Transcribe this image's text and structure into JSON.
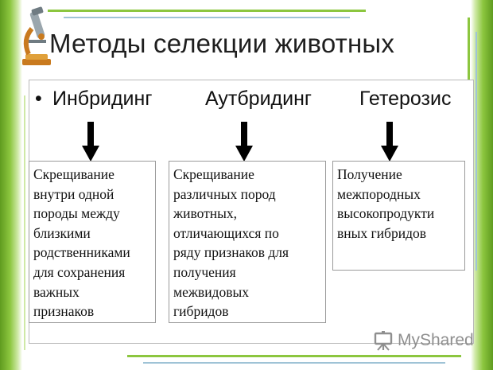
{
  "slide": {
    "title": "Методы селекции животных",
    "bullet": "•",
    "terms": [
      "Инбридинг",
      "Аутбридинг",
      "Гетерозис"
    ],
    "boxes": [
      {
        "lines": [
          "Скрещивание",
          "внутри одной",
          "породы между",
          "близкими",
          "родственниками",
          "для сохранения",
          "важных",
          "признаков"
        ]
      },
      {
        "lines": [
          "Скрещивание",
          "различных пород",
          "животных,",
          "отличающихся по",
          "ряду признаков для",
          "получения",
          "межвидовых",
          "гибридов"
        ]
      },
      {
        "lines": [
          "Получение",
          "межпородных",
          "высокопродукти",
          "вных гибридов"
        ]
      }
    ]
  },
  "watermark": {
    "text": "MyShared",
    "icon": "presentation-board-icon"
  },
  "colors": {
    "accent_green": "#8cc63f",
    "dark_green": "#5f9b1f",
    "line_blue": "#9fc3d6",
    "arrow": "#000000"
  },
  "icons": {
    "logo": "microscope-icon",
    "arrow": "arrow-down-icon"
  }
}
